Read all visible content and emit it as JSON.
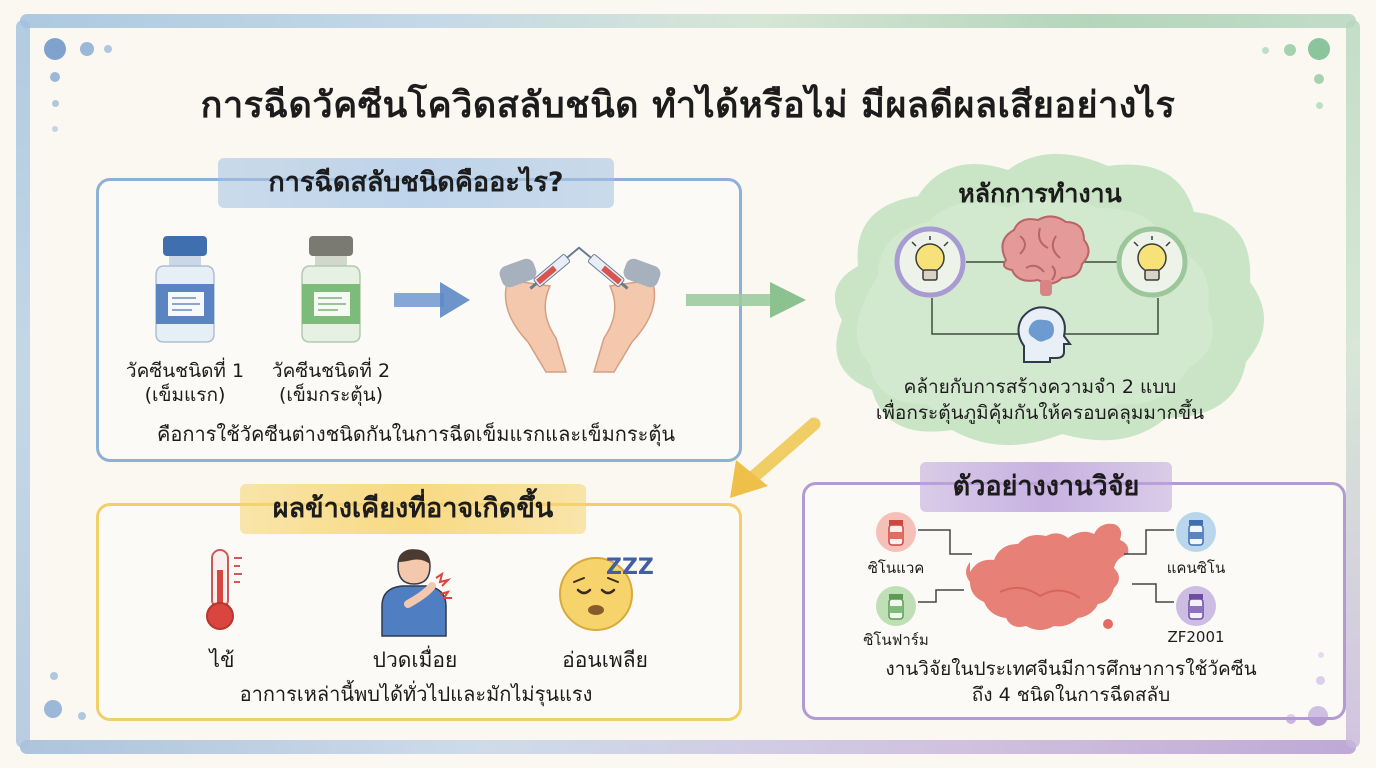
{
  "title": "การฉีดวัคซีนโควิดสลับชนิด ทำได้หรือไม่ มีผลดีผลเสียอย่างไร",
  "what_is": {
    "heading": "การฉีดสลับชนิดคืออะไร?",
    "vaccine1_label": "วัคซีนชนิดที่ 1",
    "vaccine1_sub": "(เข็มแรก)",
    "vaccine2_label": "วัคซีนชนิดที่ 2",
    "vaccine2_sub": "(เข็มกระตุ้น)",
    "description": "คือการใช้วัคซีนต่างชนิดกันในการฉีดเข็มแรกและเข็มกระตุ้น"
  },
  "how_it_works": {
    "heading": "หลักการทำงาน",
    "line1": "คล้ายกับการสร้างความจำ 2 แบบ",
    "line2": "เพื่อกระตุ้นภูมิคุ้มกันให้ครอบคลุมมากขึ้น"
  },
  "side_effects": {
    "heading": "ผลข้างเคียงที่อาจเกิดขึ้น",
    "items": [
      "ไข้",
      "ปวดเมื่อย",
      "อ่อนเพลีย"
    ],
    "note": "อาการเหล่านี้พบได้ทั่วไปและมักไม่รุนแรง",
    "sleep_text": "ZZZ"
  },
  "research": {
    "heading": "ตัวอย่างงานวิจัย",
    "vaccines": [
      "ซิโนแวค",
      "ซิโนฟาร์ม",
      "แคนซิโน",
      "ZF2001"
    ],
    "line1": "งานวิจัยในประเทศจีนมีการศึกษาการใช้วัคซีน",
    "line2": "ถึง 4 ชนิดในการฉีดสลับ"
  },
  "colors": {
    "blue": "#8fb0d6",
    "green": "#a8d2a8",
    "yellow": "#f1cf6a",
    "purple": "#b49ad2"
  }
}
